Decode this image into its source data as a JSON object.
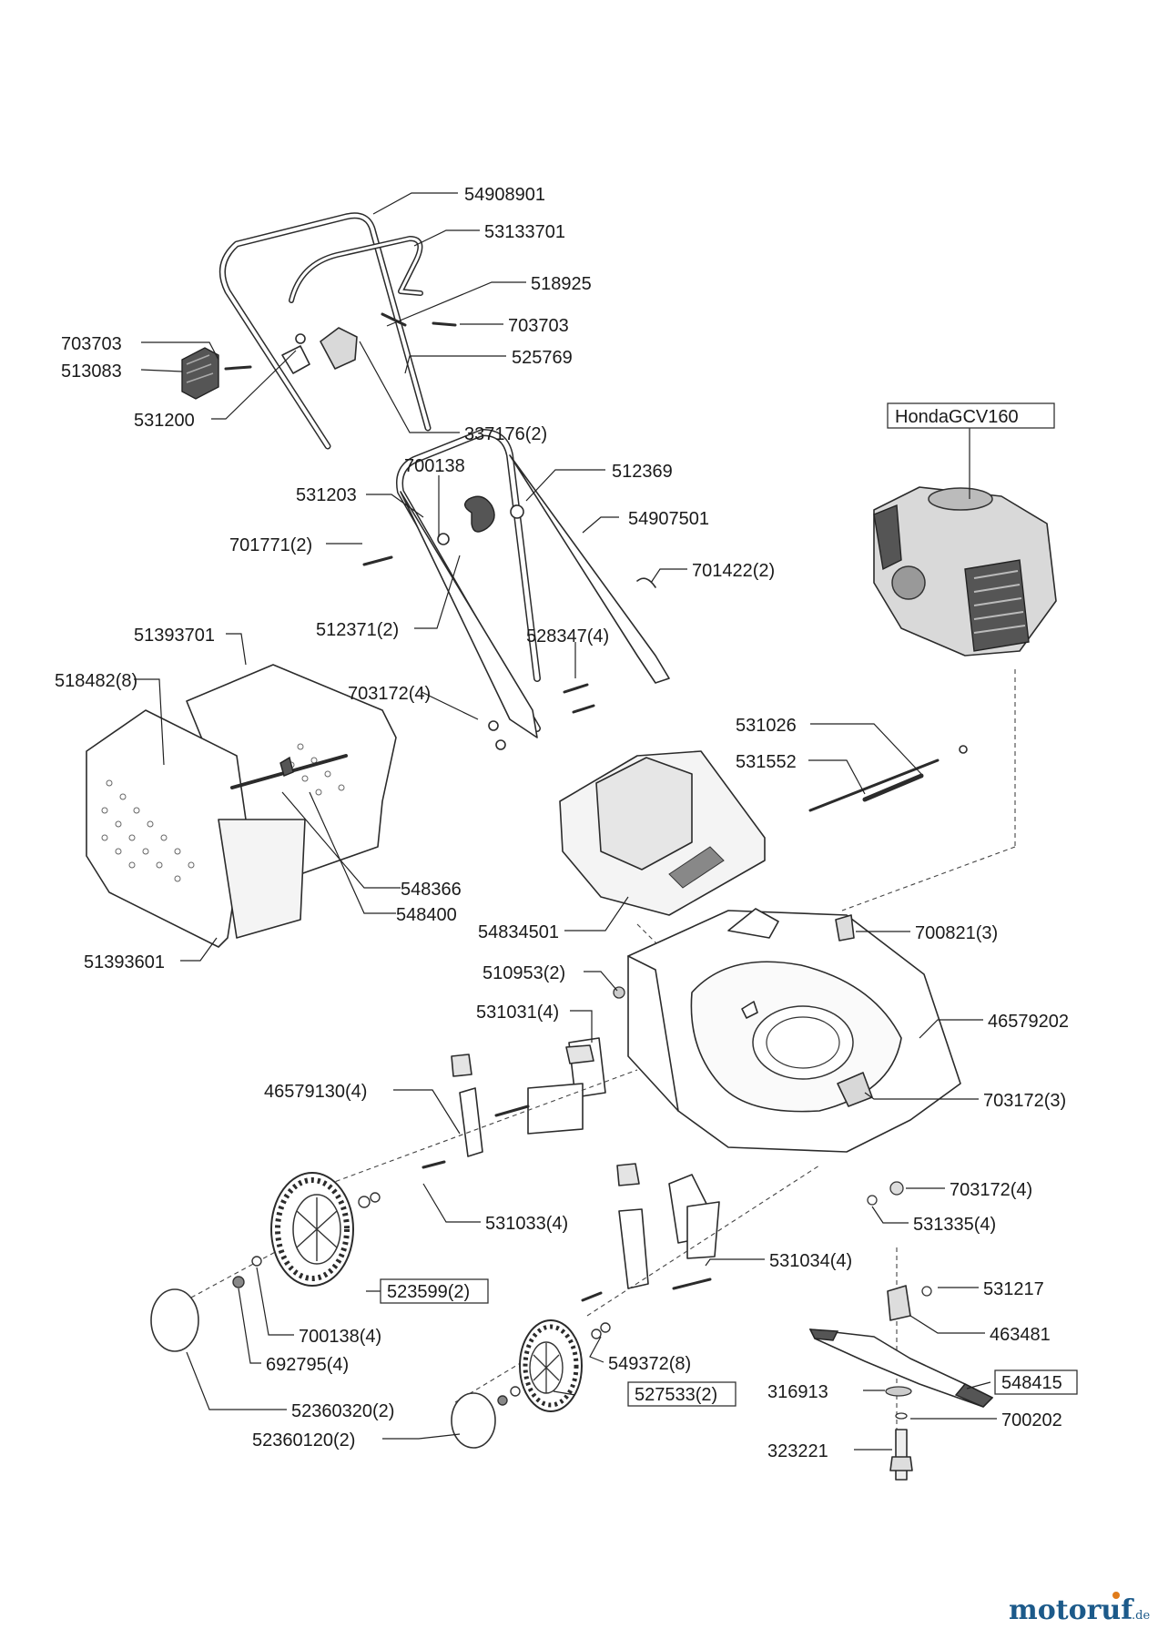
{
  "part_labels": [
    "54908901",
    "53133701",
    "518925",
    "703703",
    "703703",
    "513083",
    "525769",
    "531200",
    "337176(2)",
    "700138",
    "531203",
    "512369",
    "54907501",
    "701771(2)",
    "701422(2)",
    "512371(2)",
    "51393701",
    "528347(4)",
    "518482(8)",
    "703172(4)",
    "531026",
    "531552",
    "548366",
    "548400",
    "54834501",
    "51393601",
    "700821(3)",
    "510953(2)",
    "531031(4)",
    "46579202",
    "46579130(4)",
    "703172(3)",
    "703172(4)",
    "531033(4)",
    "531335(4)",
    "531034(4)",
    "531217",
    "700138(4)",
    "463481",
    "692795(4)",
    "549372(8)",
    "316913",
    "700202",
    "52360320(2)",
    "52360120(2)",
    "323221"
  ],
  "boxed_labels": [
    "HondaGCV160",
    "523599(2)",
    "527533(2)",
    "548415"
  ],
  "watermark": {
    "main": "motoruf",
    "suffix": ".de",
    "main_color": "#1c5a8a",
    "accent_color": "#e07b1a"
  }
}
